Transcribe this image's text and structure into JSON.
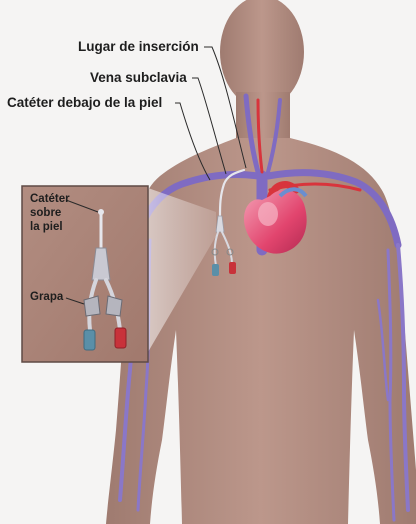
{
  "labels": {
    "insertion_site": "Lugar de inserción",
    "subclavian_vein": "Vena subclavia",
    "catheter_under_skin": "Catéter debajo de la piel"
  },
  "inset": {
    "catheter_over_skin_line1": "Catéter",
    "catheter_over_skin_line2": "sobre",
    "catheter_over_skin_line3": "la piel",
    "clamp": "Grapa"
  },
  "colors": {
    "background": "#f5f4f3",
    "skin": "#b48f83",
    "skin_shadow": "#a27d72",
    "vein": "#7f6bc2",
    "vein_highlight": "#9a8ad6",
    "artery": "#d8343c",
    "heart": "#e2456e",
    "heart_light": "#f08aa3",
    "catheter": "#e6e6ec",
    "lumen_red": "#c8323a",
    "lumen_blue": "#5a8fa8",
    "inset_frame": "#5e4a45",
    "leader_line": "#2a2a2a"
  }
}
